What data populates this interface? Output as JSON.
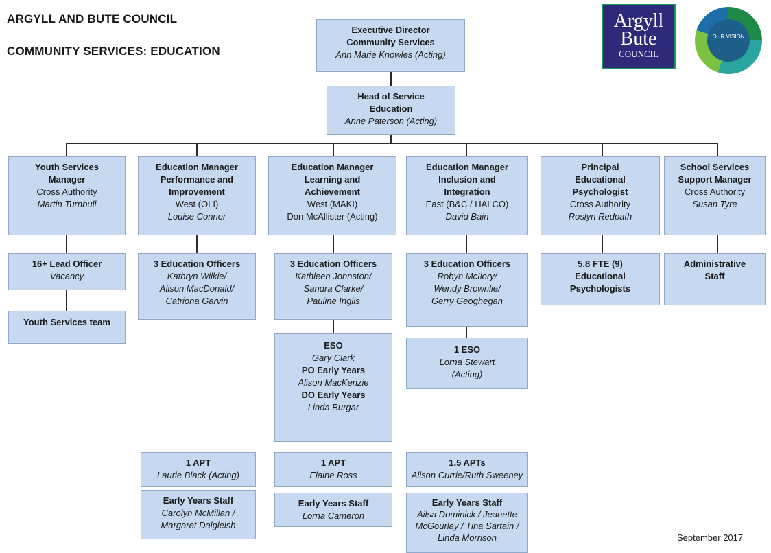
{
  "header": {
    "org": "ARGYLL AND BUTE COUNCIL",
    "dept": "COMMUNITY SERVICES:  EDUCATION"
  },
  "logos": {
    "council": [
      "Argyll",
      "Bute",
      "COUNCIL"
    ],
    "vision": "OUR VISION"
  },
  "date": "September 2017",
  "nodes": {
    "exec": [
      "Executive Director",
      "Community Services",
      "Ann Marie Knowles (Acting)"
    ],
    "head": [
      "Head of Service",
      "Education",
      "Anne Paterson (Acting)"
    ],
    "youth": [
      "Youth Services",
      "Manager",
      "Cross Authority",
      "Martin Turnbull"
    ],
    "perf": [
      "Education Manager",
      "Performance and",
      "Improvement",
      "West (OLI)",
      "Louise Connor"
    ],
    "learn": [
      "Education Manager",
      "Learning and",
      "Achievement",
      "West (MAKI)",
      "Don McAllister (Acting)"
    ],
    "incl": [
      "Education Manager",
      "Inclusion and",
      "Integration",
      "East (B&C / HALCO)",
      "David Bain"
    ],
    "psych": [
      "Principal",
      "Educational",
      "Psychologist",
      "Cross Authority",
      "Roslyn Redpath"
    ],
    "school": [
      "School Services",
      "Support Manager",
      "Cross Authority",
      "Susan Tyre"
    ],
    "lead16": [
      "16+ Lead Officer",
      "Vacancy"
    ],
    "youthteam": [
      "Youth Services team"
    ],
    "eoPerf": [
      "3 Education Officers",
      "Kathryn Wilkie/",
      "Alison MacDonald/",
      "Catriona Garvin"
    ],
    "eoLearn": [
      "3 Education Officers",
      "Kathleen Johnston/",
      "Sandra Clarke/",
      "Pauline Inglis"
    ],
    "eoIncl": [
      "3 Education Officers",
      "Robyn McIlory/",
      "Wendy Brownlie/",
      "Gerry Geoghegan"
    ],
    "ep": [
      "5.8 FTE (9)",
      "Educational",
      "Psychologists"
    ],
    "admin": [
      "Administrative",
      "Staff"
    ],
    "eso": [
      "ESO",
      "Gary Clark",
      "PO Early Years",
      "Alison MacKenzie",
      "DO Early Years",
      "Linda Burgar"
    ],
    "eso1": [
      "1 ESO",
      "Lorna Stewart",
      "(Acting)"
    ],
    "apt1": [
      "1 APT",
      "Laurie Black (Acting)"
    ],
    "apt2": [
      "1 APT",
      "Elaine Ross"
    ],
    "apt3": [
      "1.5 APTs",
      "Alison Currie/Ruth Sweeney"
    ],
    "ey1": [
      "Early Years Staff",
      "Carolyn McMillan /",
      "Margaret Dalgleish"
    ],
    "ey2": [
      "Early Years Staff",
      "Lorna Cameron"
    ],
    "ey3": [
      "Early Years Staff",
      "Ailsa Dominick / Jeanette",
      "McGourlay / Tina Sartain /",
      "Linda Morrison"
    ]
  }
}
